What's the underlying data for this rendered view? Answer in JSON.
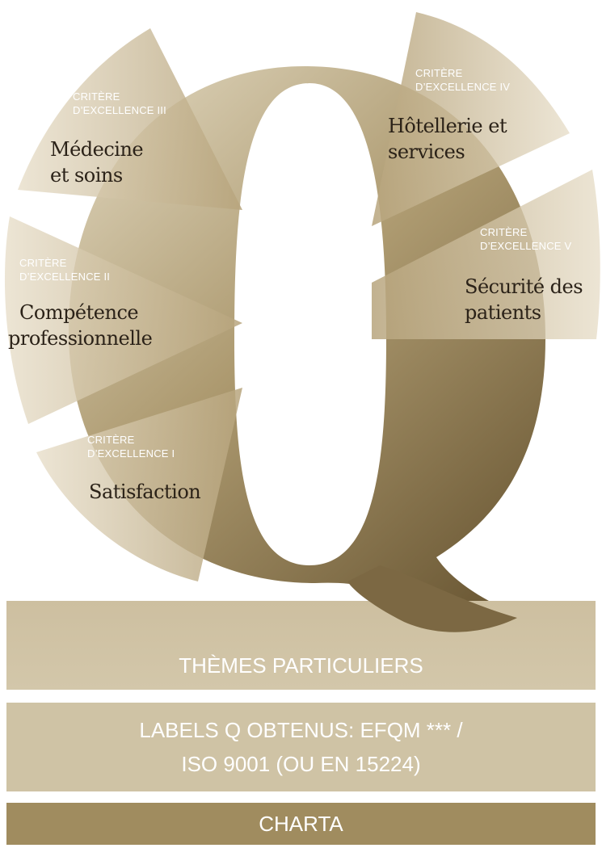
{
  "colors": {
    "q_dark": "#7d6a47",
    "q_light": "#c7b894",
    "band_light": "#cfc2a3",
    "band_dark": "#a08c5f",
    "segment": "#c6b690",
    "title_text": "#2b2218"
  },
  "criteria": [
    {
      "level": "CRITÈRE",
      "name": "D’EXCELLENCE III",
      "title1": "Médecine",
      "title2": "et soins"
    },
    {
      "level": "CRITÈRE",
      "name": "D’EXCELLENCE IV",
      "title1": "Hôtellerie et",
      "title2": "services"
    },
    {
      "level": "CRITÈRE",
      "name": "D’EXCELLENCE II",
      "title1": "Compétence",
      "title2": "professionnelle"
    },
    {
      "level": "CRITÈRE",
      "name": "D’EXCELLENCE V",
      "title1": "Sécurité des",
      "title2": "patients"
    },
    {
      "level": "CRITÈRE",
      "name": "D’EXCELLENCE I",
      "title1": "Satisfaction",
      "title2": ""
    }
  ],
  "bands": {
    "themes": "THÈMES PARTICULIERS",
    "labels_line1": "LABELS Q OBTENUS: EFQM *** /",
    "labels_line2": "ISO 9001 (OU EN 15224)",
    "charta": "CHARTA"
  }
}
